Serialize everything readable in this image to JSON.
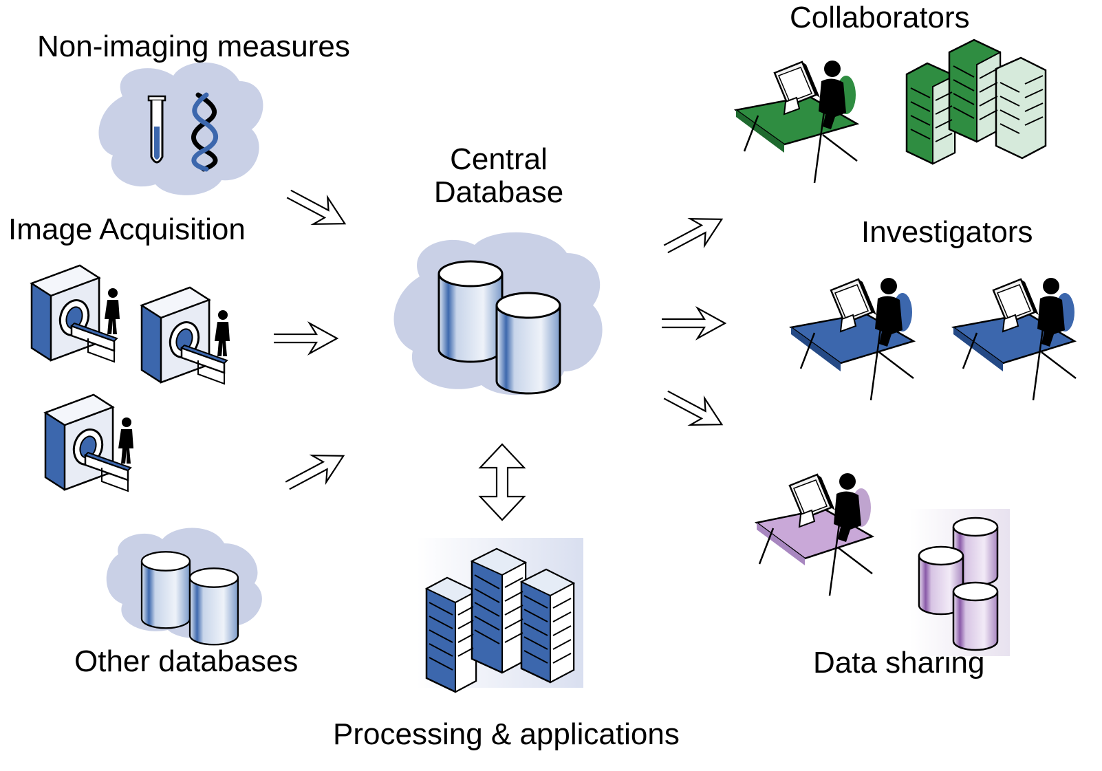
{
  "labels": {
    "non_imaging": "Non-imaging measures",
    "image_acquisition": "Image Acquisition",
    "other_databases": "Other databases",
    "central_line1": "Central",
    "central_line2": "Database",
    "processing": "Processing & applications",
    "collaborators": "Collaborators",
    "investigators": "Investigators",
    "data_sharing": "Data sharing"
  },
  "colors": {
    "cloud": "#c9d0e6",
    "blue": "#3c67ad",
    "blue_light": "#e5ecf6",
    "green": "#2f8d41",
    "green_light": "#d6eadb",
    "purple": "#8a5aa8",
    "purple_light": "#d9c8e6",
    "desk_purple": "#c9a8d8"
  },
  "icons": [
    "test-tube-icon",
    "dna-icon",
    "mri-scanner-icon",
    "database-icon",
    "server-rack-icon",
    "workstation-icon",
    "arrow-icon"
  ]
}
